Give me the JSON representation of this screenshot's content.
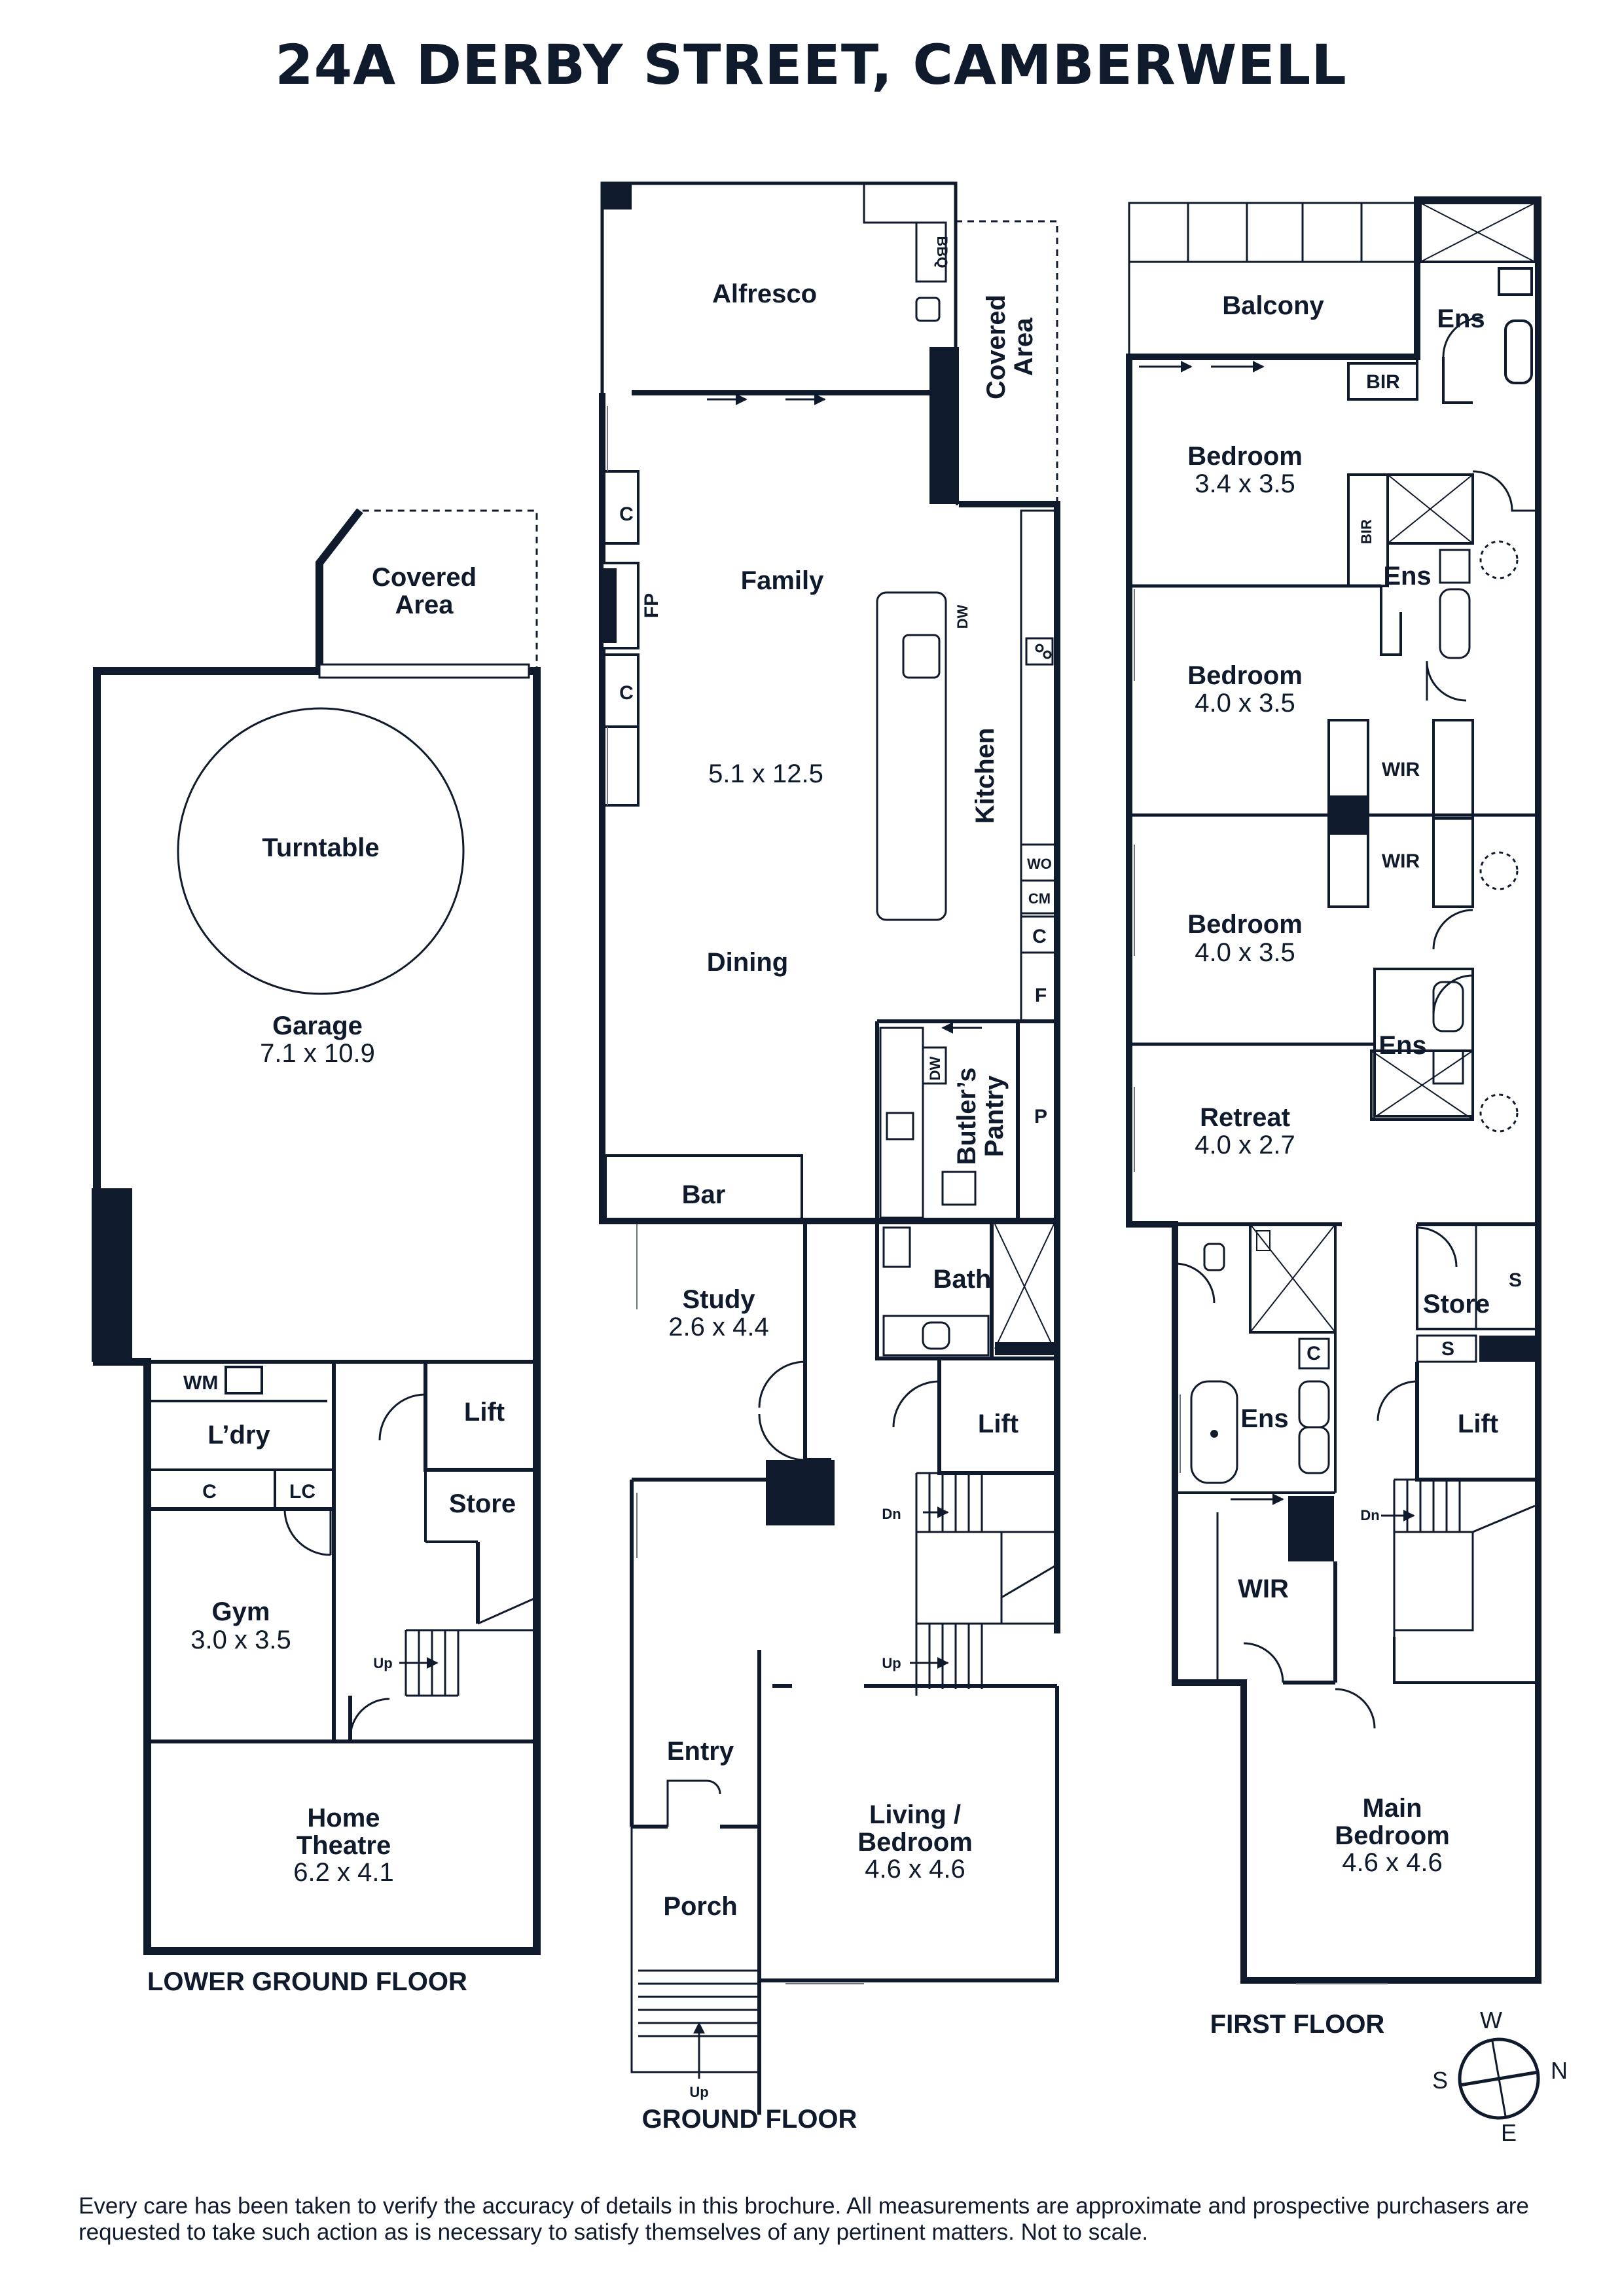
{
  "title": "24A DERBY STREET, CAMBERWELL",
  "floors": {
    "lower": "LOWER GROUND FLOOR",
    "ground": "GROUND FLOOR",
    "first": "FIRST FLOOR"
  },
  "lower": {
    "covered": "Covered",
    "covered2": "Area",
    "turntable": "Turntable",
    "garage": "Garage",
    "garage_dim": "7.1 x 10.9",
    "wm": "WM",
    "laundry": "L’dry",
    "c": "C",
    "lc": "LC",
    "lift": "Lift",
    "store": "Store",
    "gym": "Gym",
    "gym_dim": "3.0 x 3.5",
    "up": "Up",
    "theatre1": "Home",
    "theatre2": "Theatre",
    "theatre_dim": "6.2 x 4.1"
  },
  "ground": {
    "alfresco": "Alfresco",
    "bbq": "BBQ",
    "covered1": "Covered",
    "covered2": "Area",
    "c1": "C",
    "fp": "FP",
    "c2": "C",
    "family": "Family",
    "family_dim": "5.1 x 12.5",
    "dw": "DW",
    "kitchen": "Kitchen",
    "dining": "Dining",
    "wo": "WO",
    "cm": "CM",
    "c3": "C",
    "f": "F",
    "dw2": "DW",
    "butlers1": "Butler’s",
    "butlers2": "Pantry",
    "p": "P",
    "bar": "Bar",
    "study": "Study",
    "study_dim": "2.6 x 4.4",
    "bath": "Bath",
    "lift": "Lift",
    "dn": "Dn",
    "up": "Up",
    "entry": "Entry",
    "living1": "Living /",
    "living2": "Bedroom",
    "living_dim": "4.6 x 4.6",
    "porch": "Porch",
    "up2": "Up"
  },
  "first": {
    "balcony": "Balcony",
    "ens1": "Ens",
    "bir1": "BIR",
    "bed1": "Bedroom",
    "bed1_dim": "3.4 x 3.5",
    "bir2": "BIR",
    "ens2": "Ens",
    "bed2": "Bedroom",
    "bed2_dim": "4.0 x 3.5",
    "wir1": "WIR",
    "wir2": "WIR",
    "bed3": "Bedroom",
    "bed3_dim": "4.0 x 3.5",
    "ens3": "Ens",
    "retreat": "Retreat",
    "retreat_dim": "4.0 x 2.7",
    "store": "Store",
    "s1": "S",
    "s2": "S",
    "c": "C",
    "ens4": "Ens",
    "lift": "Lift",
    "dn": "Dn",
    "wir3": "WIR",
    "main1": "Main",
    "main2": "Bedroom",
    "main_dim": "4.6 x 4.6"
  },
  "compass": {
    "w": "W",
    "n": "N",
    "s": "S",
    "e": "E"
  },
  "disclaimer": "Every care has been taken to verify the accuracy of details in this brochure. All measurements are approximate and prospective purchasers are requested to take such action as is necessary to satisfy themselves of any pertinent matters. Not to scale."
}
